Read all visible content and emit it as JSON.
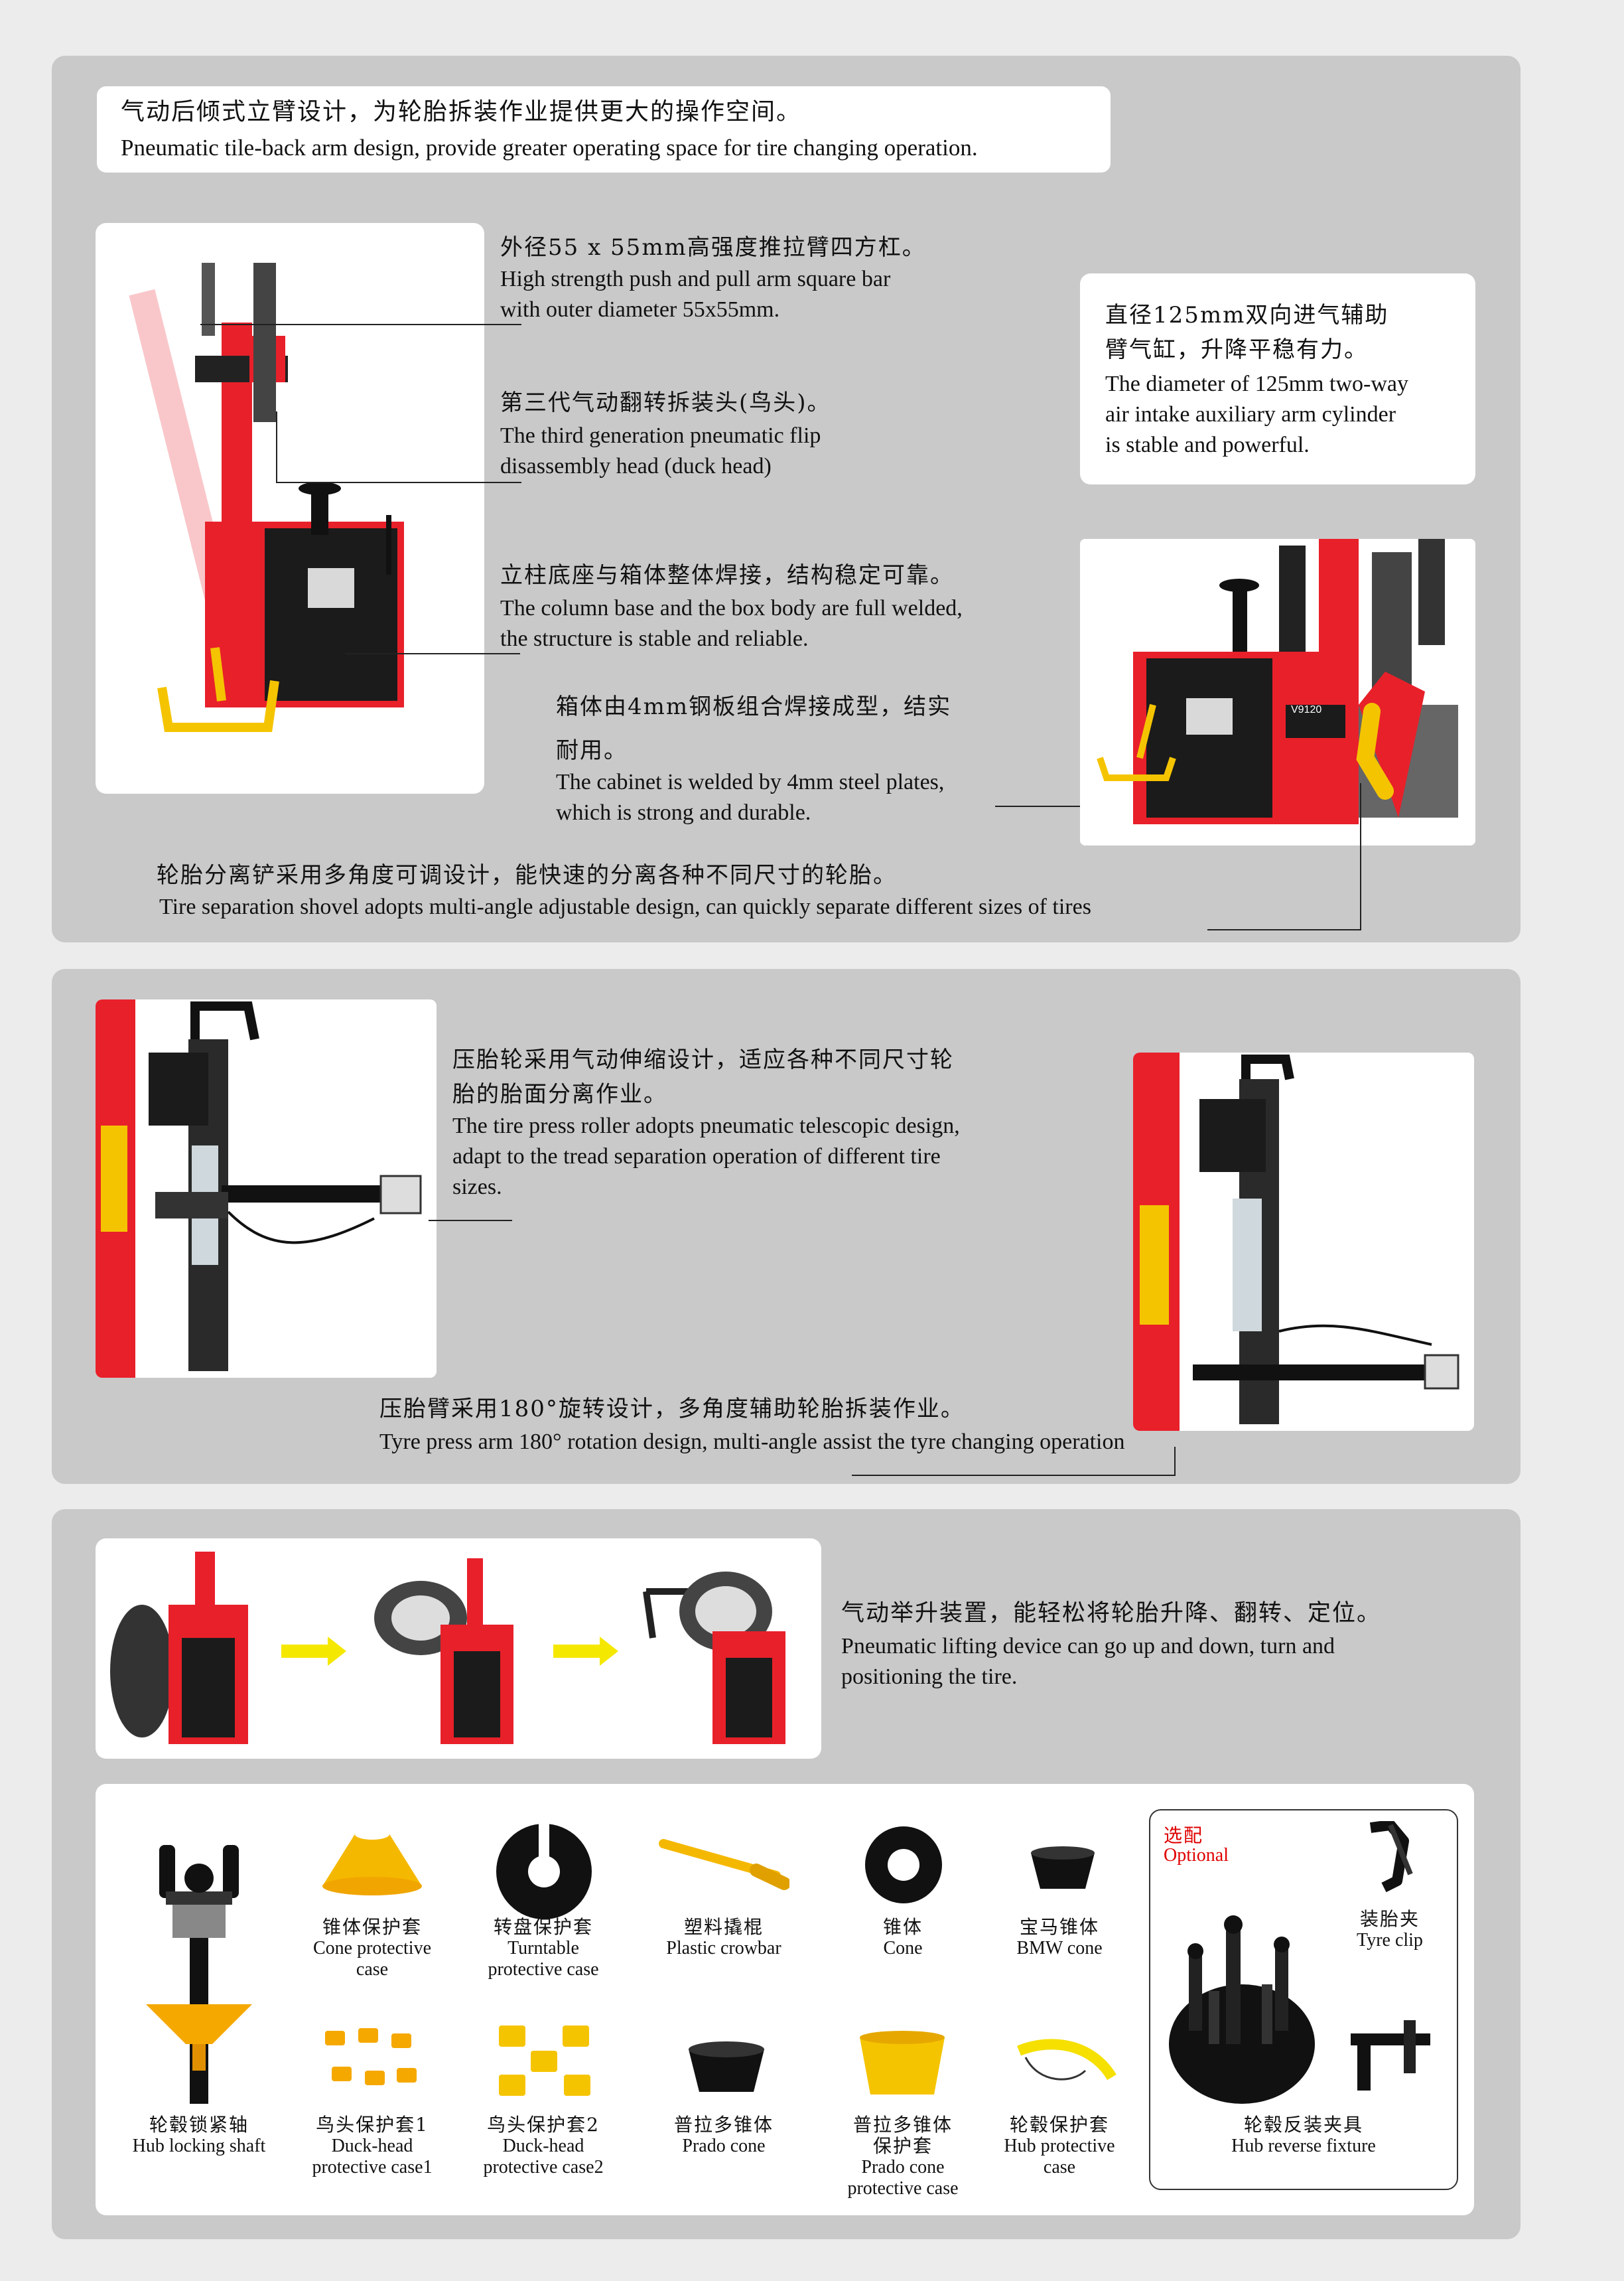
{
  "section1": {
    "header": {
      "cn": "气动后倾式立臂设计，为轮胎拆装作业提供更大的操作空间。",
      "en": "Pneumatic tile-back arm design, provide greater operating space for tire changing operation."
    },
    "square_bar": {
      "cn": "外径55 x 55mm高强度推拉臂四方杠。",
      "en1": "High strength push and pull arm square bar",
      "en2": "with outer diameter 55x55mm."
    },
    "duck_head": {
      "cn": "第三代气动翻转拆装头(鸟头)。",
      "en1": "The third generation pneumatic flip",
      "en2": "disassembly head (duck head)"
    },
    "column_base": {
      "cn": "立柱底座与箱体整体焊接，结构稳定可靠。",
      "en1": "The column base and the box body are full welded,",
      "en2": "the structure is stable and reliable."
    },
    "cabinet": {
      "cn1": "箱体由4mm钢板组合焊接成型，结实",
      "cn2": "耐用。",
      "en1": "The cabinet is welded by 4mm steel plates,",
      "en2": "which is strong and durable."
    },
    "cylinder": {
      "cn1": "直径125mm双向进气辅助",
      "cn2": "臂气缸，升降平稳有力。",
      "en1": "The diameter of 125mm two-way",
      "en2": "air intake auxiliary arm cylinder",
      "en3": "is stable and powerful."
    },
    "shovel": {
      "cn": "轮胎分离铲采用多角度可调设计，能快速的分离各种不同尺寸的轮胎。",
      "en": "Tire separation shovel adopts multi-angle adjustable design, can quickly separate different sizes of tires"
    },
    "machine_model": "V9120"
  },
  "section2": {
    "roller": {
      "cn1": "压胎轮采用气动伸缩设计，适应各种不同尺寸轮",
      "cn2": "胎的胎面分离作业。",
      "en1": "The tire press roller adopts pneumatic telescopic design,",
      "en2": "adapt to the tread separation operation of different tire",
      "en3": "sizes."
    },
    "rotation": {
      "cn": "压胎臂采用180°旋转设计，多角度辅助轮胎拆装作业。",
      "en": "Tyre press arm 180°   rotation design, multi-angle assist the tyre changing operation"
    }
  },
  "section3": {
    "lifting": {
      "cn": "气动举升装置，能轻松将轮胎升降、翻转、定位。",
      "en1": "Pneumatic lifting device can go up and down, turn and",
      "en2": "positioning the tire."
    }
  },
  "accessories": {
    "hub_shaft": {
      "cn": "轮毂锁紧轴",
      "en": "Hub locking shaft"
    },
    "row1": [
      {
        "cn": "锥体保护套",
        "en1": "Cone protective",
        "en2": "case"
      },
      {
        "cn": "转盘保护套",
        "en1": "Turntable",
        "en2": "protective case"
      },
      {
        "cn": "塑料撬棍",
        "en1": "Plastic crowbar",
        "en2": ""
      },
      {
        "cn": "锥体",
        "en1": "Cone",
        "en2": ""
      },
      {
        "cn": "宝马锥体",
        "en1": "BMW cone",
        "en2": ""
      }
    ],
    "row2": [
      {
        "cn": "鸟头保护套1",
        "en1": "Duck-head",
        "en2": "protective case1"
      },
      {
        "cn": "鸟头保护套2",
        "en1": "Duck-head",
        "en2": "protective case2"
      },
      {
        "cn": "普拉多锥体",
        "en1": "Prado cone",
        "en2": ""
      },
      {
        "cn": "普拉多锥体",
        "cn2": "保护套",
        "en1": "Prado cone",
        "en2": "protective case"
      },
      {
        "cn": "轮毂保护套",
        "en1": "Hub protective",
        "en2": "case"
      }
    ],
    "optional": {
      "cn": "选配",
      "en": "Optional",
      "tyre_clip": {
        "cn": "装胎夹",
        "en": "Tyre clip"
      },
      "reverse_fixture": {
        "cn": "轮毂反装夹具",
        "en": "Hub reverse fixture"
      }
    }
  },
  "colors": {
    "machine_red": "#e8202a",
    "accent_yellow": "#f5c400",
    "panel_gray": "#c9c9c9",
    "optional_red": "#e00000"
  }
}
